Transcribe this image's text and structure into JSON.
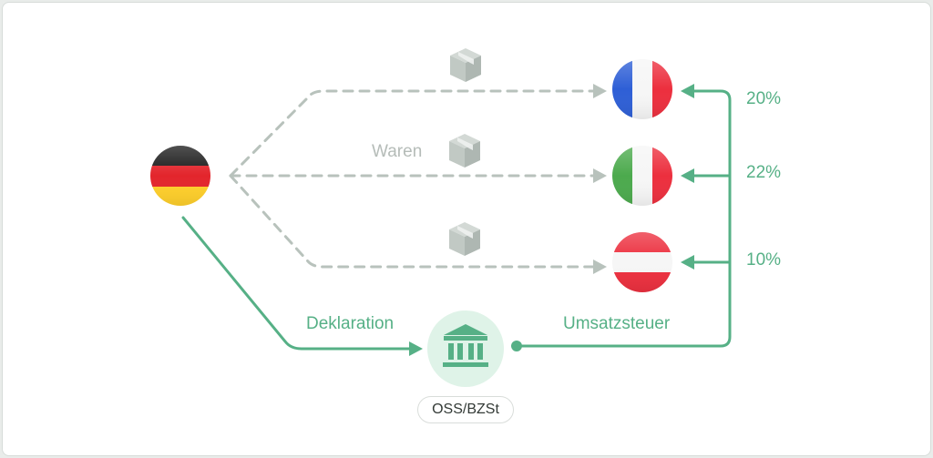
{
  "colors": {
    "accent": "#56b086",
    "accent_light": "#dff3e8",
    "dashed_gray": "#b8c2bc",
    "box_gray": "#c1c9c4"
  },
  "labels": {
    "goods": "Waren",
    "declaration": "Deklaration",
    "vat": "Umsatzsteuer",
    "authority": "OSS/BZSt"
  },
  "countries": [
    {
      "name": "Frankreich",
      "flag": "france-flag-icon",
      "rate": "20%"
    },
    {
      "name": "Italien",
      "flag": "italy-flag-icon",
      "rate": "22%"
    },
    {
      "name": "Österreich",
      "flag": "austria-flag-icon",
      "rate": "10%"
    }
  ],
  "origin": {
    "name": "Deutschland",
    "flag": "germany-flag-icon"
  },
  "icons": [
    "package-icon",
    "bank-building-icon"
  ]
}
